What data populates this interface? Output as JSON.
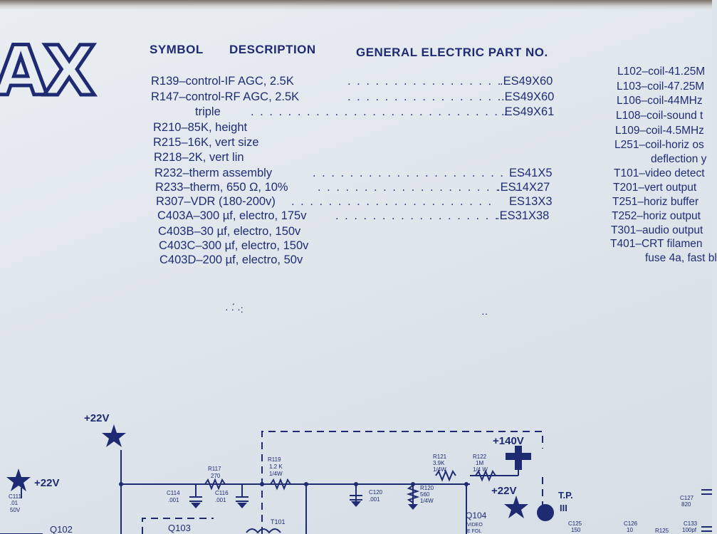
{
  "logo": "AX",
  "header": {
    "symbol": "SYMBOL",
    "description": "DESCRIPTION",
    "part_no": "GENERAL ELECTRIC PART NO."
  },
  "parts": [
    {
      "desc": "R139–control-IF AGC, 2.5K",
      "pn": ".ES49X60"
    },
    {
      "desc": "R147–control-RF AGC, 2.5K",
      "pn": ".ES49X60"
    },
    {
      "desc": "triple",
      "pn": ".ES49X61"
    },
    {
      "desc": "R210–85K, height",
      "pn": ""
    },
    {
      "desc": "R215–16K, vert size",
      "pn": ""
    },
    {
      "desc": "R218–2K, vert lin",
      "pn": ""
    },
    {
      "desc": "R232–therm assembly",
      "pn": "ES41X5"
    },
    {
      "desc": "R233–therm, 650 Ω, 10%",
      "pn": ".ES14X27"
    },
    {
      "desc": "R307–VDR (180-200v)",
      "pn": "ES13X3"
    },
    {
      "desc": "C403A–300 µf, electro, 175v",
      "pn": ".ES31X38"
    },
    {
      "desc": "C403B–30 µf, electro, 150v",
      "pn": ""
    },
    {
      "desc": "C403C–300 µf, electro, 150v",
      "pn": ""
    },
    {
      "desc": "C403D–200 µf, electro, 50v",
      "pn": ""
    }
  ],
  "right_column": [
    "L102–coil-41.25M",
    "L103–coil-47.25M",
    "L106–coil-44MHz",
    "L108–coil-sound t",
    "L109–coil-4.5MHz",
    "L251–coil-horiz os",
    "deflection y",
    "T101–video detect",
    "T201–vert output",
    "T251–horiz buffer",
    "T252–horiz output",
    "T301–audio output",
    "T401–CRT filamen",
    "fuse 4a, fast bl"
  ],
  "schematic": {
    "v22_left": "+22V",
    "v22_mid": "+22V",
    "v22_small": "+22V",
    "v140": "+140V",
    "tp": "T.P.",
    "tp_num": "III",
    "c111": [
      "C111",
      ".01",
      "50V"
    ],
    "q102": "Q102",
    "q103": "Q103",
    "q104": [
      "Q104",
      "VIDEO",
      "E FOL"
    ],
    "t101": "T101",
    "r117": [
      "R117",
      "270"
    ],
    "r119": [
      "R119",
      "1.2 K",
      "1/4W"
    ],
    "r121": [
      "R121",
      "3.9K",
      "1/4W"
    ],
    "r122": [
      "R122",
      "1M",
      "1/4 W"
    ],
    "r120": [
      "R120",
      "560",
      "1/4W"
    ],
    "c114": [
      "C114",
      ".001"
    ],
    "c116": [
      "C116",
      ".001"
    ],
    "c120": [
      "C120",
      ".001"
    ],
    "c125": [
      "C125",
      "150"
    ],
    "c126": [
      "C126",
      "10"
    ],
    "r125": "R125",
    "c133": [
      "C133",
      "100pf"
    ],
    "c127": [
      "C127",
      "820"
    ]
  }
}
